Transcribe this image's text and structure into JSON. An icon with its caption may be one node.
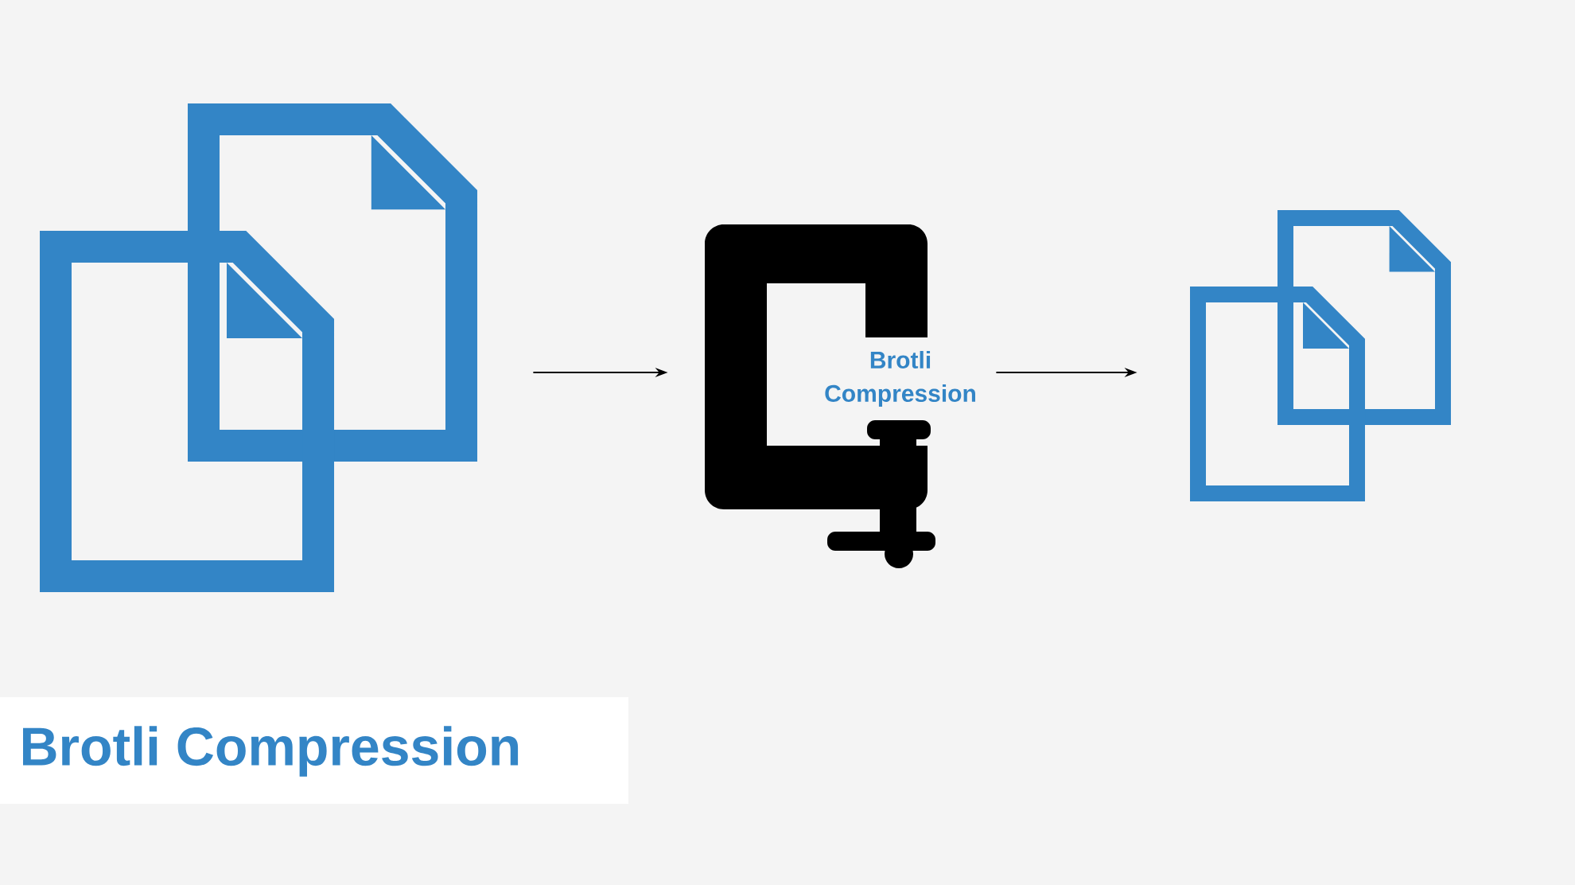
{
  "diagram": {
    "title": "Brotli Compression",
    "nodes": [
      {
        "text": [],
        "shape": "document"
      },
      {
        "text": [
          "Brotli Compression"
        ]
      },
      {
        "text": [],
        "shape": "document"
      }
    ],
    "edges": [
      {
        "from": 0,
        "to": 1,
        "arrow": "to"
      },
      {
        "from": 1,
        "to": 2,
        "arrow": "to"
      }
    ]
  }
}
